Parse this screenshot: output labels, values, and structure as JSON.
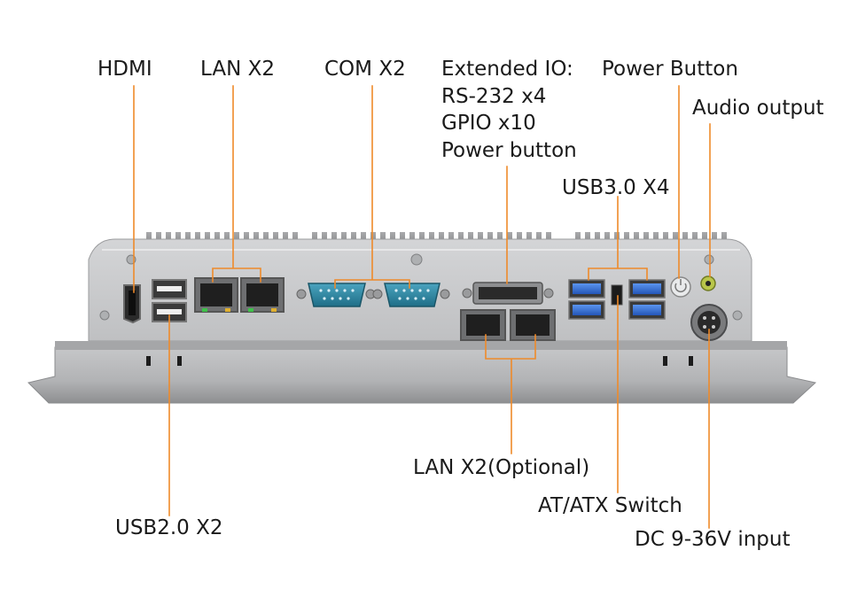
{
  "labels": {
    "hdmi": "HDMI",
    "lan_x2": "LAN X2",
    "com_x2": "COM X2",
    "extended_io": [
      "Extended IO:",
      "RS-232 x4",
      "GPIO x10",
      "Power button"
    ],
    "power_button": "Power Button",
    "audio_output": "Audio output",
    "usb3_x4": "USB3.0 X4",
    "lan_x2_optional": "LAN X2(Optional)",
    "at_atx_switch": "AT/ATX Switch",
    "dc_input": "DC 9-36V input",
    "usb2_x2": "USB2.0 X2"
  },
  "colors": {
    "leader": "#ee8a2a",
    "chassis": "#c9cacc",
    "chassis_dark": "#9fa1a4",
    "bezel": "#b9babc",
    "port_blue": "#2f6fd6",
    "com_teal": "#2f8aa6"
  }
}
